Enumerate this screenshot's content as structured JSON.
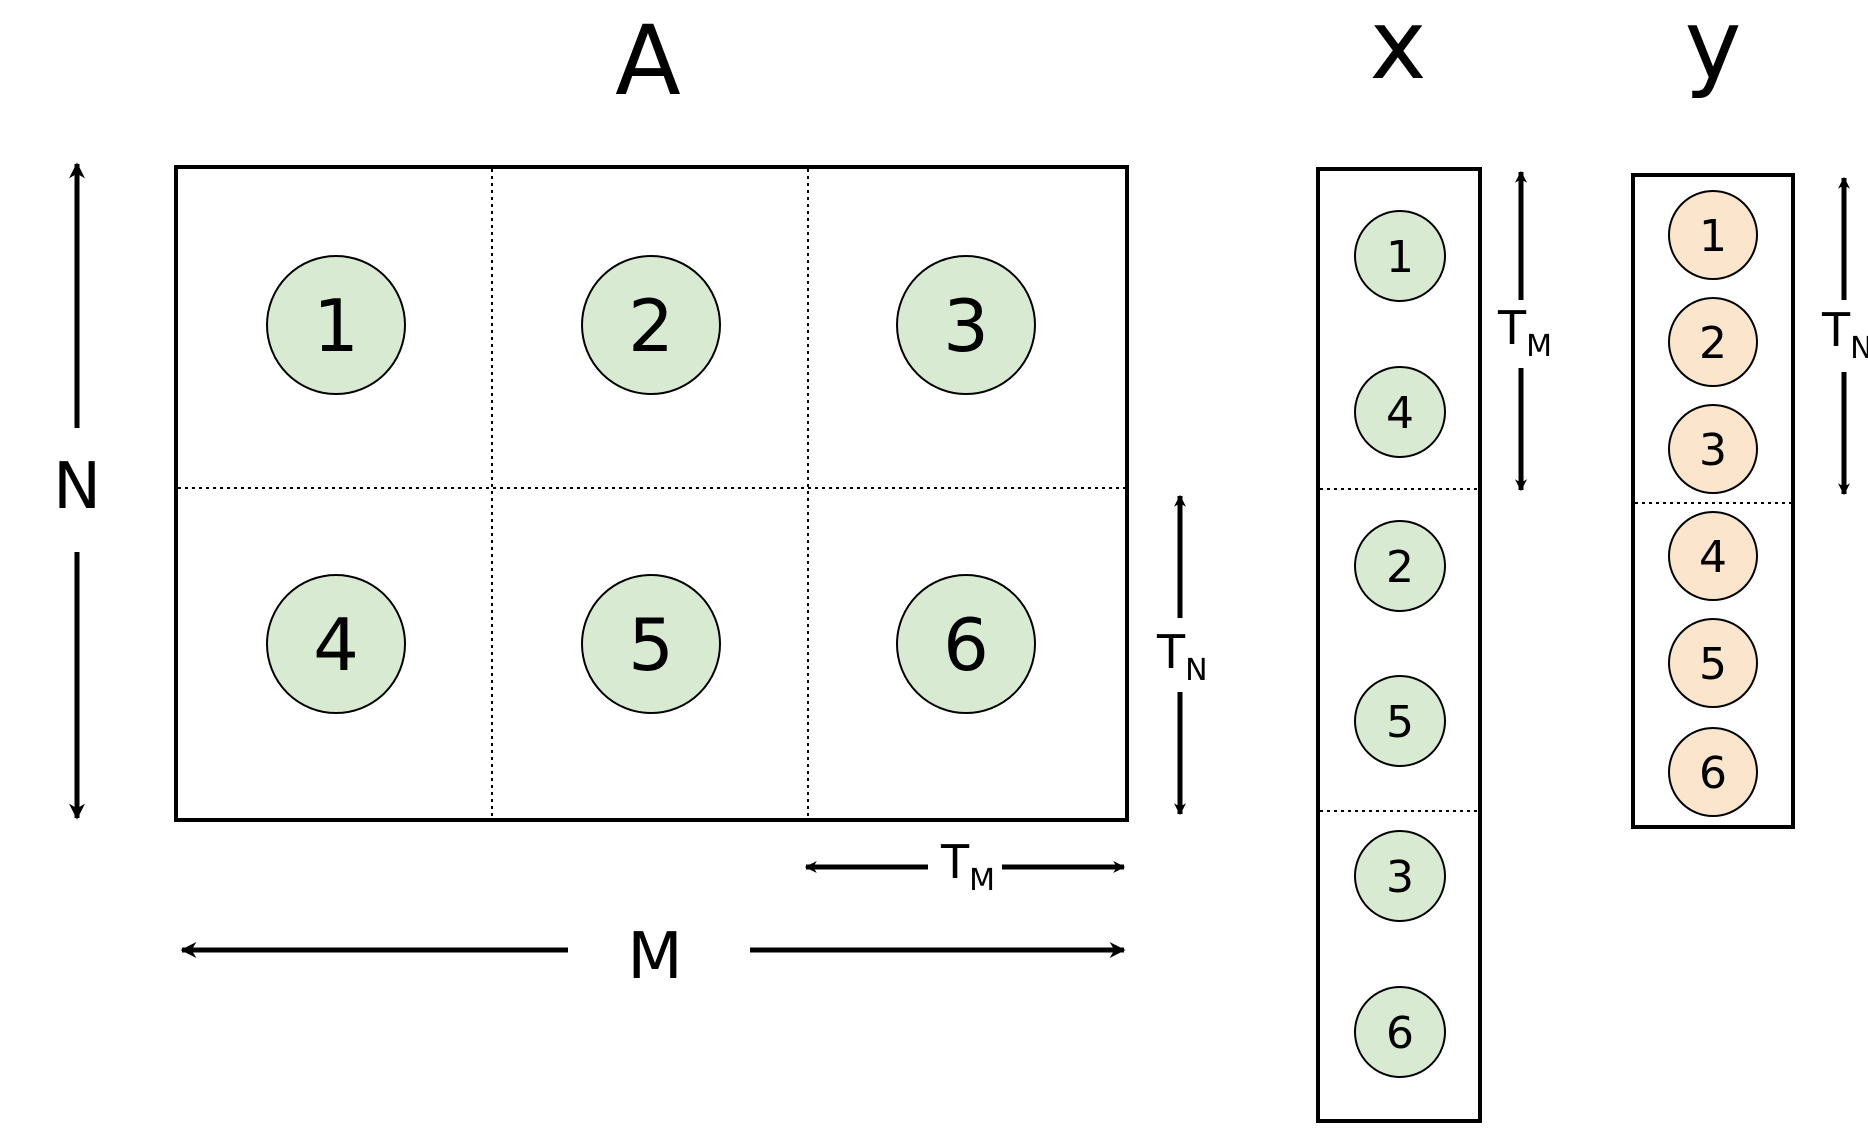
{
  "matrix": {
    "title": "A",
    "row_label": "N",
    "col_label": "M",
    "tile_rows_label": "T",
    "tile_rows_sub": "N",
    "tile_cols_label": "T",
    "tile_cols_sub": "M",
    "tiles": [
      "1",
      "2",
      "3",
      "4",
      "5",
      "6"
    ],
    "tile_color": "#d9ead3"
  },
  "vector_x": {
    "title": "x",
    "tile_label": "T",
    "tile_sub": "M",
    "items": [
      "1",
      "4",
      "2",
      "5",
      "3",
      "6"
    ],
    "item_color": "#d9ead3"
  },
  "vector_y": {
    "title": "y",
    "tile_label": "T",
    "tile_sub": "N",
    "items": [
      "1",
      "2",
      "3",
      "4",
      "5",
      "6"
    ],
    "item_color": "#fce5cd"
  }
}
